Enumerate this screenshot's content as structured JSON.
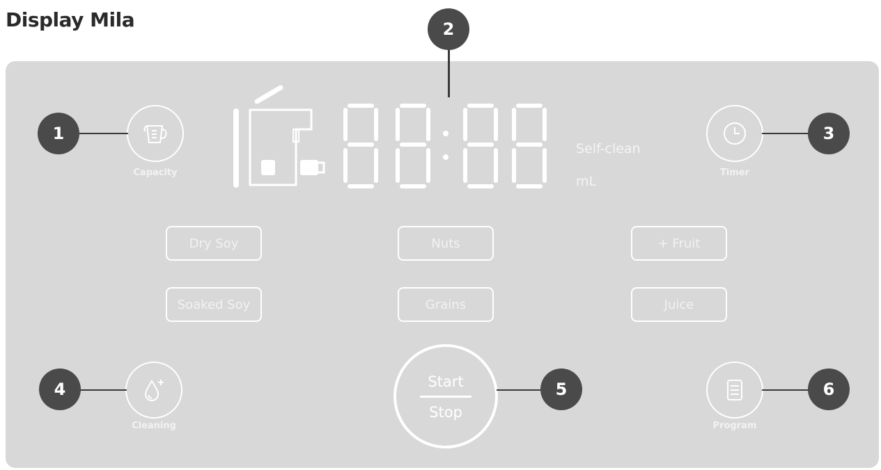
{
  "title": "Display Mila",
  "buttons": {
    "capacity": "Capacity",
    "timer": "Timer",
    "cleaning": "Cleaning",
    "program": "Program"
  },
  "display": {
    "self_clean": "Self-clean",
    "unit": "mL"
  },
  "programs": {
    "dry_soy": "Dry Soy",
    "nuts": "Nuts",
    "fruit": "+ Fruit",
    "soaked_soy": "Soaked Soy",
    "grains": "Grains",
    "juice": "Juice"
  },
  "start_stop": {
    "start": "Start",
    "stop": "Stop"
  },
  "callouts": {
    "n1": "1",
    "n2": "2",
    "n3": "3",
    "n4": "4",
    "n5": "5",
    "n6": "6"
  },
  "colors": {
    "panel": "#d8d8d8",
    "callout": "#4a4a4a",
    "lines": "#ffffff"
  }
}
